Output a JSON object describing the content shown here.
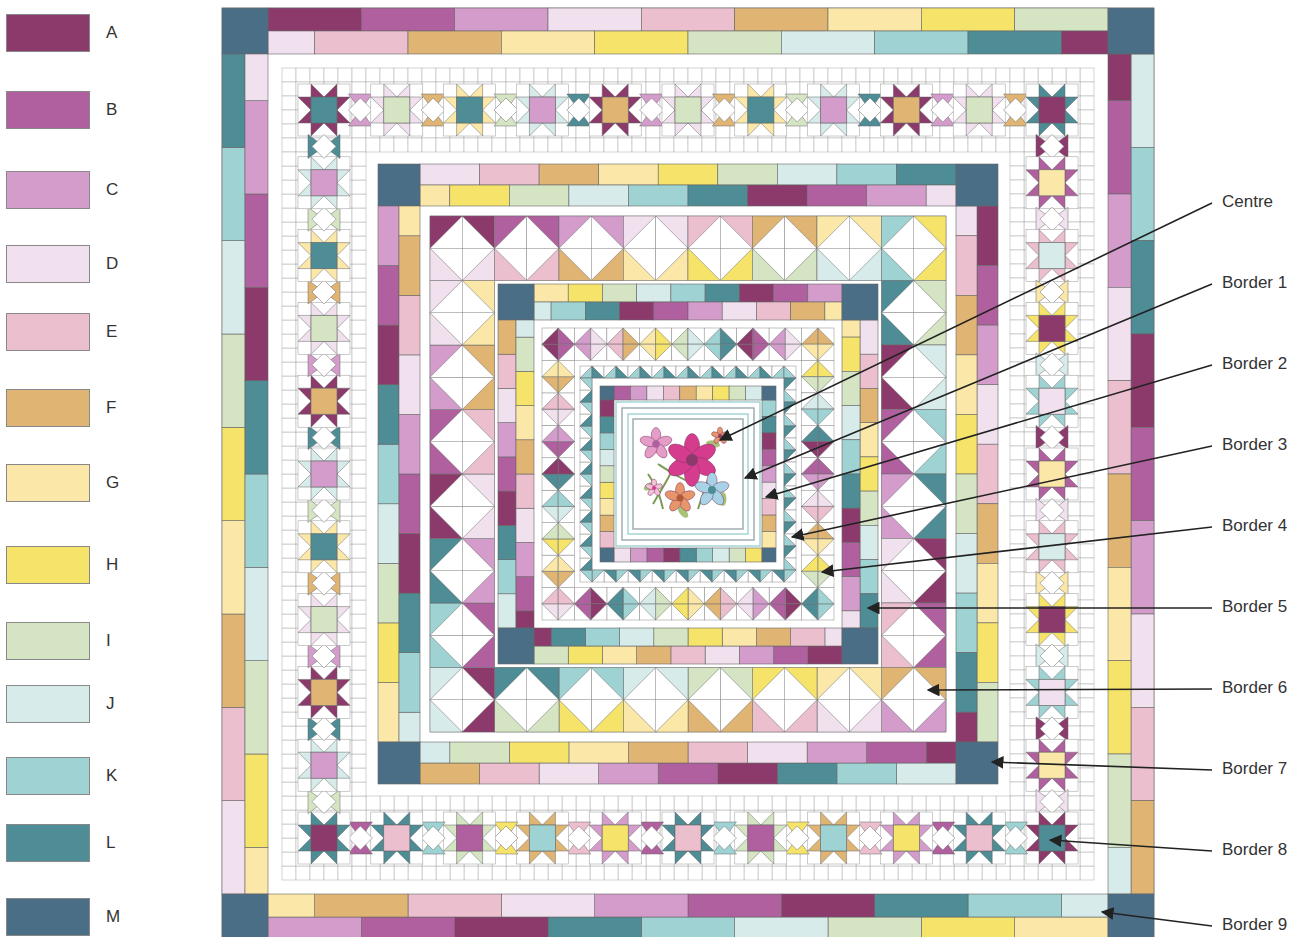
{
  "diagram": {
    "labels": [
      "Centre",
      "Border 1",
      "Border 2",
      "Border 3",
      "Border 4",
      "Border 5",
      "Border 6",
      "Border 7",
      "Border 8",
      "Border 9"
    ],
    "legend": [
      {
        "text": "A",
        "color": "#8c3a6b"
      },
      {
        "text": "B",
        "color": "#b0609e"
      },
      {
        "text": "C",
        "color": "#d39ccb"
      },
      {
        "text": "D",
        "color": "#f1e1ee"
      },
      {
        "text": "E",
        "color": "#ecbfcf"
      },
      {
        "text": "F",
        "color": "#e0b574"
      },
      {
        "text": "G",
        "color": "#fbe8a8"
      },
      {
        "text": "H",
        "color": "#f6e36a"
      },
      {
        "text": "I",
        "color": "#d5e4c2"
      },
      {
        "text": "J",
        "color": "#d6ebea"
      },
      {
        "text": "K",
        "color": "#9fd2d2"
      },
      {
        "text": "L",
        "color": "#4e8c96"
      },
      {
        "text": "M",
        "color": "#4b6e87"
      }
    ]
  }
}
